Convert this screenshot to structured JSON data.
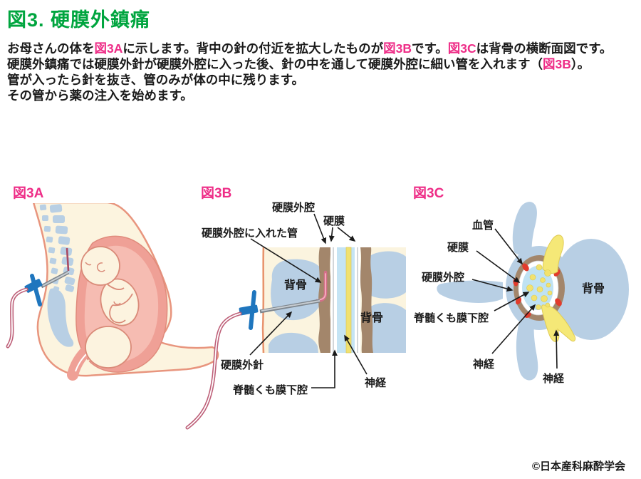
{
  "title": "図3. 硬膜外鎮痛",
  "intro": {
    "l1a": "お母さんの体を",
    "l1b": "図3A",
    "l1c": "に示します。背中の針の付近を拡大したものが",
    "l1d": "図3B",
    "l1e": "です。",
    "l1f": "図3C",
    "l1g": "は背骨の横断面図です。",
    "l2a": "硬膜外鎮痛では硬膜外針が硬膜外腔に入った後、針の中を通して硬膜外腔に細い管を入れます（",
    "l2b": "図3B",
    "l2c": "）。",
    "l3": "管が入ったら針を抜き、管のみが体の中に残ります。",
    "l4": "その管から薬の注入を始めます。"
  },
  "figure_a": {
    "label": "図3A"
  },
  "figure_b": {
    "label": "図3B",
    "epidural_space": "硬膜外腔",
    "dura": "硬膜",
    "catheter_note": "硬膜外腔に入れた管",
    "spine_left": "背骨",
    "spine_right": "背骨",
    "needle": "硬膜外針",
    "subarachnoid": "脊髄くも膜下腔",
    "nerve": "神経"
  },
  "figure_c": {
    "label": "図3C",
    "vessel": "血管",
    "dura": "硬膜",
    "epidural_space": "硬膜外腔",
    "subarachnoid": "脊髄くも膜下腔",
    "spine": "背骨",
    "nerve_left": "神経",
    "nerve_right": "神経"
  },
  "footer": {
    "copyright": "©日本産科麻酔学会"
  },
  "colors": {
    "title_green": "#00a53f",
    "label_pink": "#ee2d87",
    "body_text": "#1a1a1a",
    "bone_blue": "#b8cfe4",
    "panel_cream": "#fbf4df",
    "body_cream": "#fcf4df",
    "outline_salmon": "#e8957e",
    "uterus_pink": "#efa096",
    "uterus_inner_pink": "#f6bcb2",
    "epidural_brown": "#a3866b",
    "csf_blue": "#c5e4f4",
    "nerve_yellow": "#f2e26e",
    "vessel_red": "#e23b2c",
    "hub_blue": "#1f76be",
    "catheter_pink": "#d36f88",
    "catheter_maroon": "#a94a63",
    "skin_line_orange": "#e8936f"
  }
}
